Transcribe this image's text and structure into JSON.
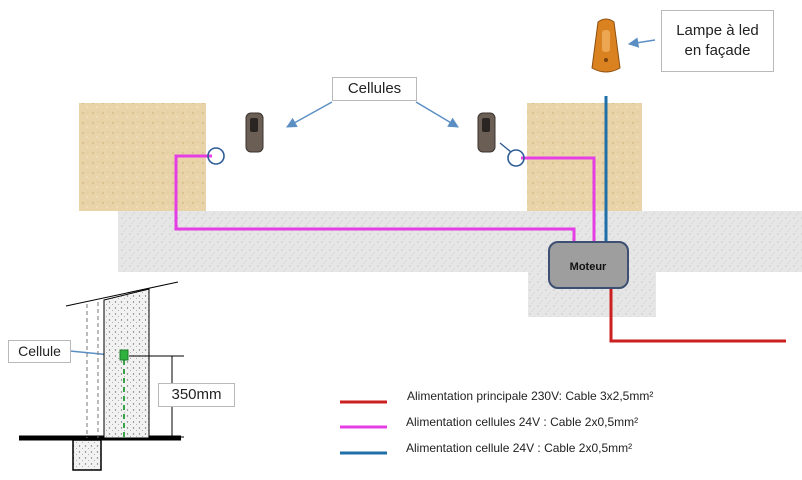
{
  "callouts": {
    "lamp": "Lampe à led\nen façade",
    "cells": "Cellules",
    "cell": "Cellule",
    "height": "350mm"
  },
  "components": {
    "motor": "Moteur"
  },
  "legend": [
    {
      "label": "Alimentation principale 230V: Cable 3x2,5mm²",
      "color": "#cc1f1f"
    },
    {
      "label": "Alimentation cellules 24V : Cable 2x0,5mm²",
      "color": "#e43ee4"
    },
    {
      "label": "Alimentation cellule 24V : Cable 2x0,5mm²",
      "color": "#1f6fa8"
    }
  ],
  "colors": {
    "main_230v": "#cc1f1f",
    "cells_24v": "#e43ee4",
    "cell_24v": "#1f6fa8",
    "pillar": "#e6d1a6",
    "ground": "#e4e4e4",
    "motor": "#9e9e9e",
    "lamp": "#d9821f"
  }
}
